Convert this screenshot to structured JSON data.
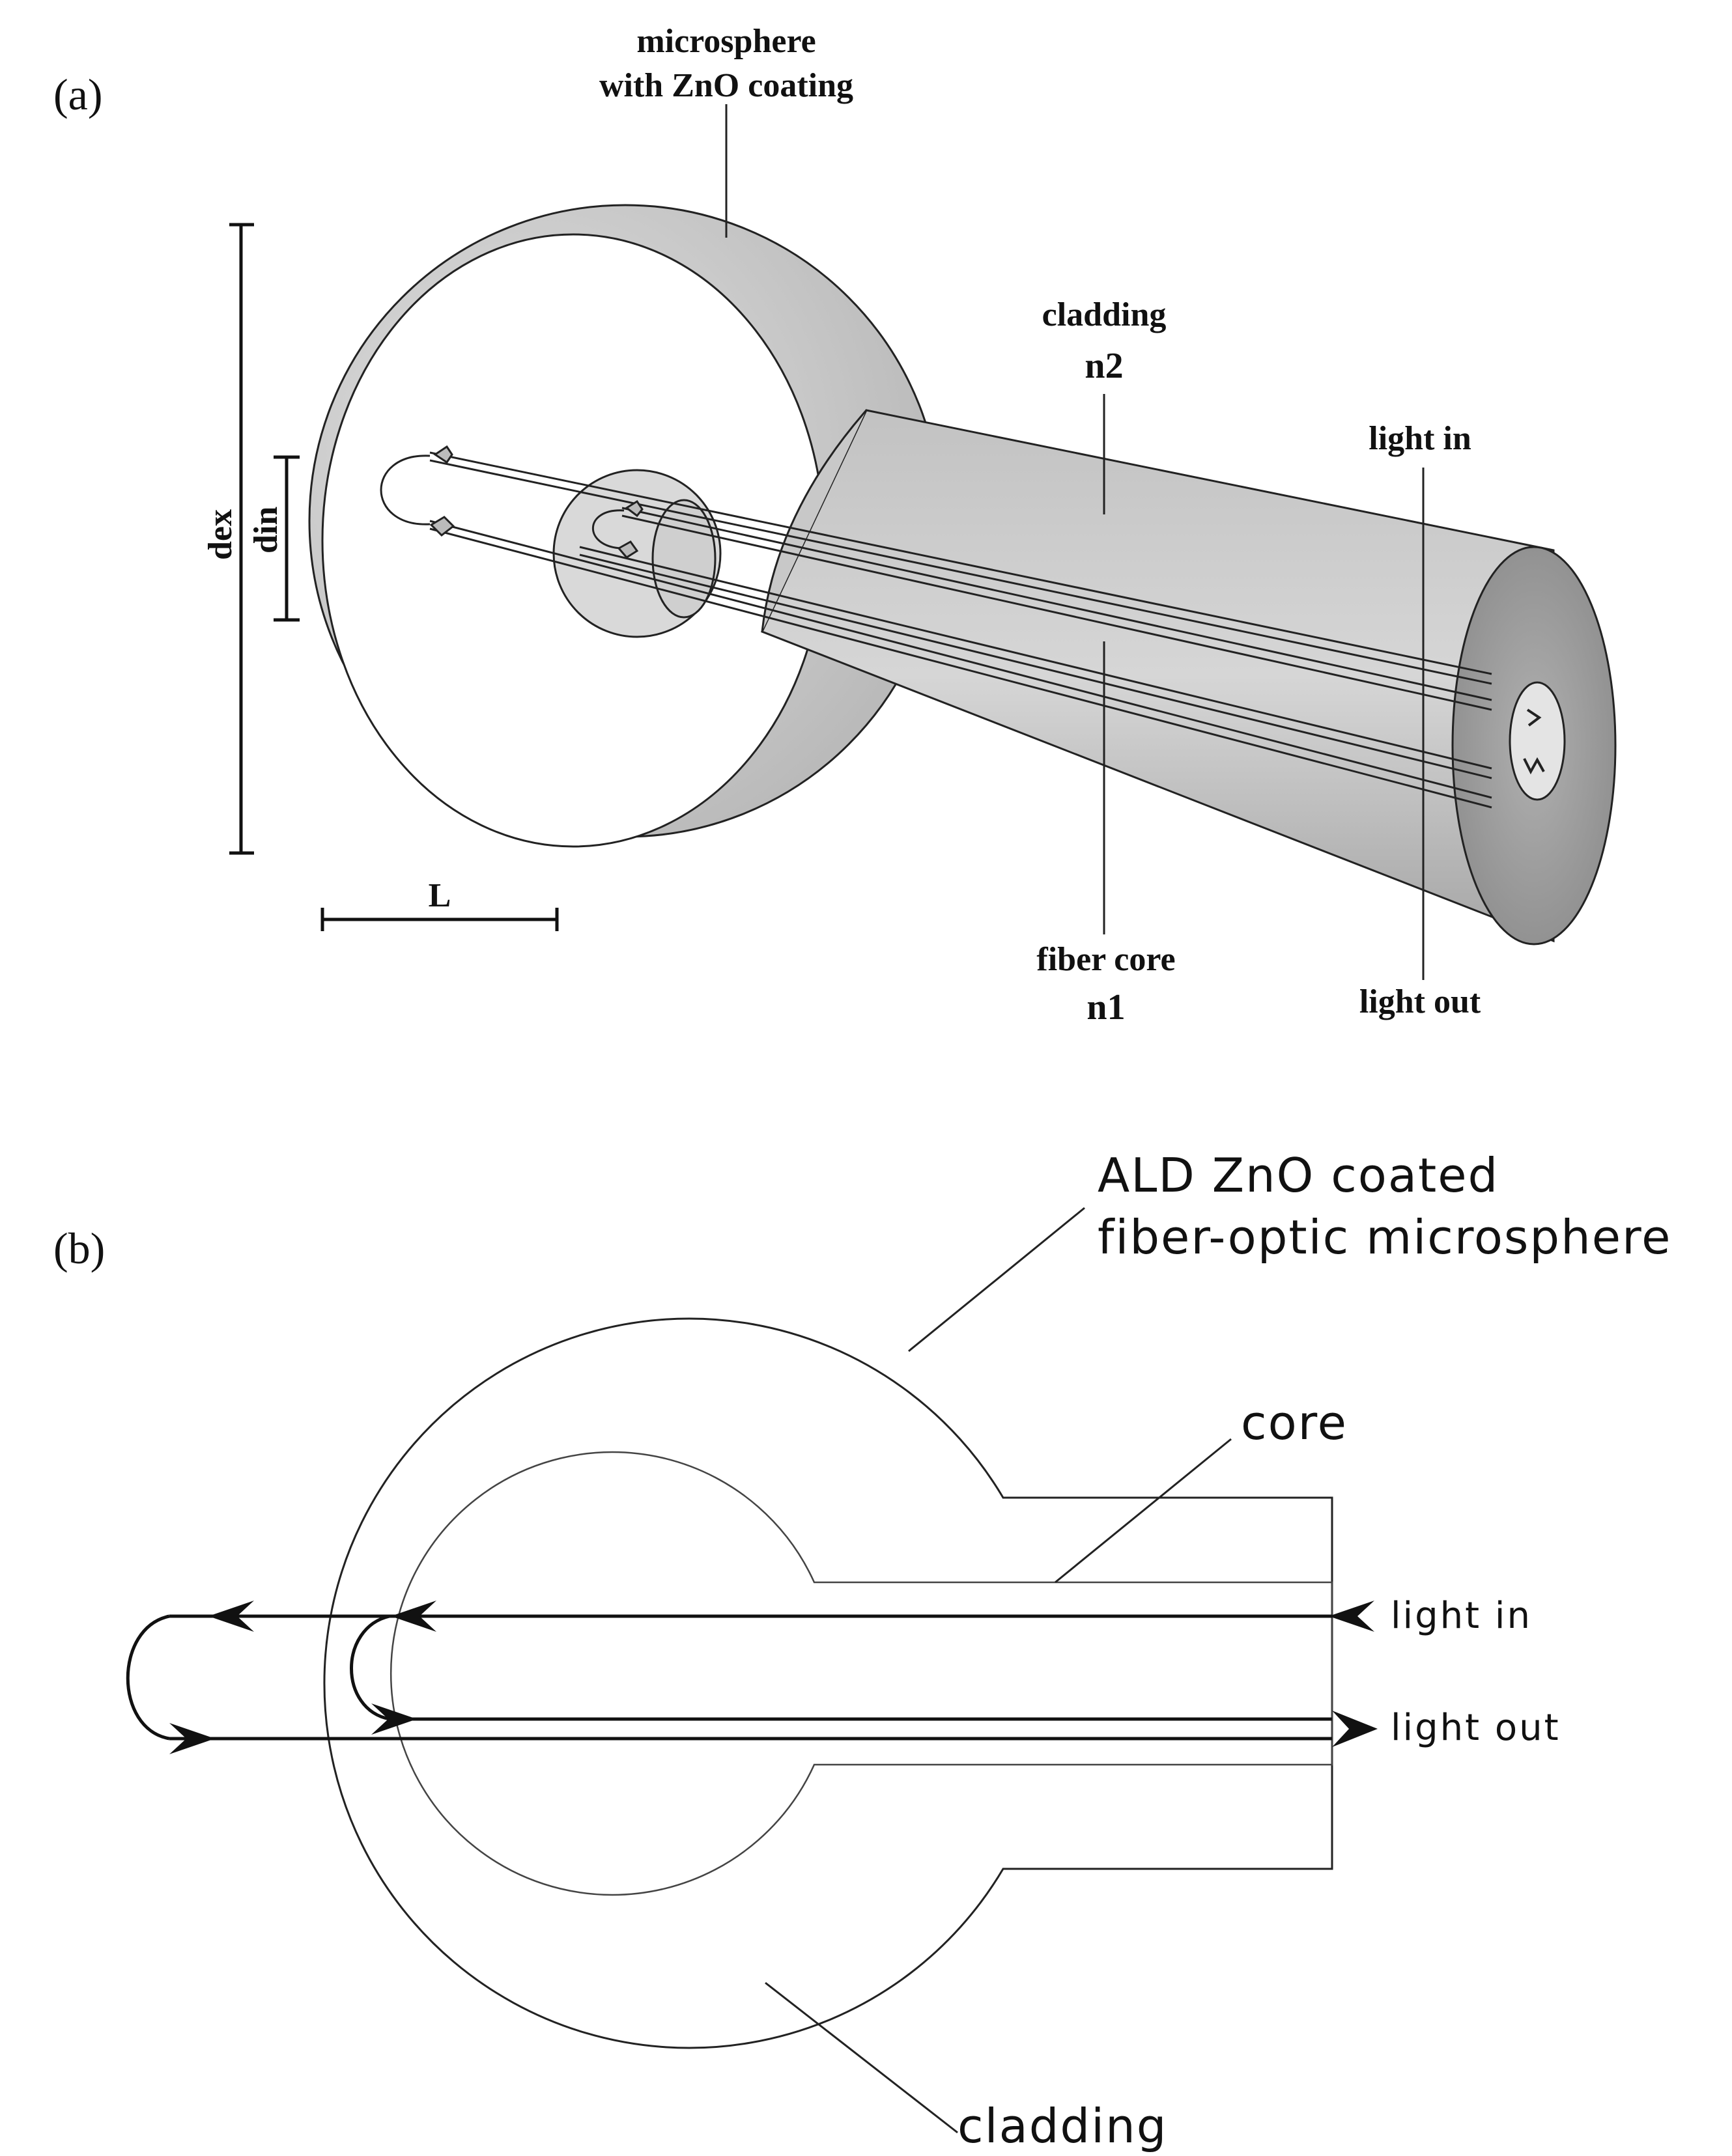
{
  "panel_a": {
    "panel_label": "(a)",
    "microsphere_label_line1": "microsphere",
    "microsphere_label_line2": "with ZnO coating",
    "cladding_label": "cladding",
    "cladding_index": "n2",
    "core_label": "fiber core",
    "core_index": "n1",
    "light_in_label": "light in",
    "light_out_label": "light out",
    "outer_diameter_label": "dex",
    "inner_diameter_label": "din",
    "length_label": "L"
  },
  "panel_b": {
    "panel_label": "(b)",
    "microsphere_label_line1": "ALD ZnO coated",
    "microsphere_label_line2": "fiber-optic microsphere",
    "core_label": "core",
    "light_in_label": "light in",
    "light_out_label": "light out",
    "cladding_label": "cladding"
  }
}
